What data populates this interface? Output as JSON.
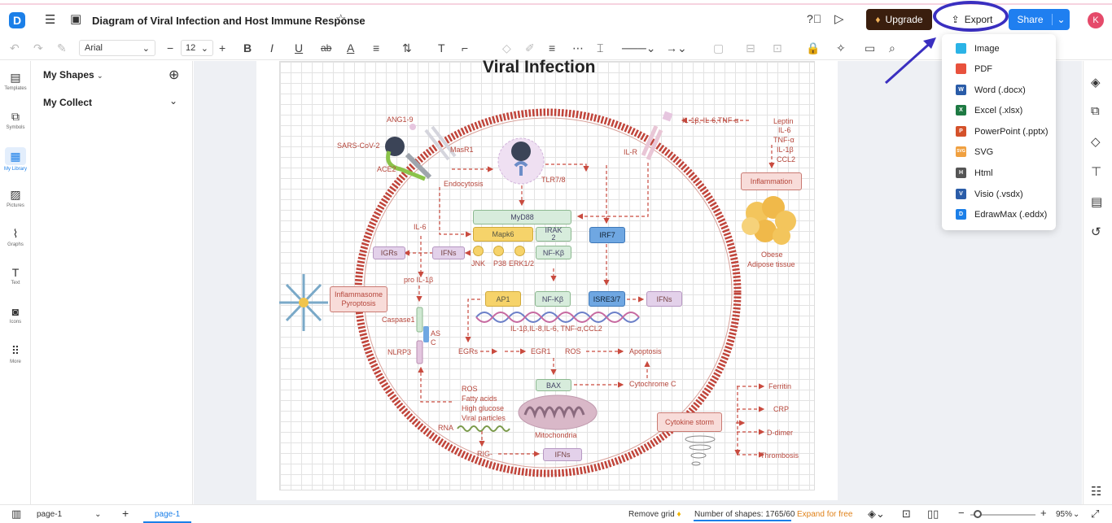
{
  "header": {
    "title": "Diagram of Viral Infection and Host Immune Response",
    "upgrade_label": "Upgrade",
    "export_label": "Export",
    "share_label": "Share",
    "avatar_initial": "K"
  },
  "toolbar": {
    "font": "Arial",
    "font_size": "12"
  },
  "left_rail": [
    {
      "label": "Templates",
      "icon": "templates-icon"
    },
    {
      "label": "Symbols",
      "icon": "symbols-icon"
    },
    {
      "label": "My Library",
      "icon": "library-icon"
    },
    {
      "label": "Pictures",
      "icon": "pictures-icon"
    },
    {
      "label": "Graphs",
      "icon": "graphs-icon"
    },
    {
      "label": "Text",
      "icon": "text-icon"
    },
    {
      "label": "Icons",
      "icon": "icons-icon"
    },
    {
      "label": "More",
      "icon": "more-icon"
    }
  ],
  "library": {
    "my_shapes": "My Shapes",
    "my_collect": "My Collect"
  },
  "export_menu": [
    {
      "label": "Image",
      "color": "#2bb3e6",
      "badge": ""
    },
    {
      "label": "PDF",
      "color": "#e8513d",
      "badge": ""
    },
    {
      "label": "Word (.docx)",
      "color": "#2a5ca8",
      "badge": "W"
    },
    {
      "label": "Excel (.xlsx)",
      "color": "#1e7a43",
      "badge": "X"
    },
    {
      "label": "PowerPoint (.pptx)",
      "color": "#d4512a",
      "badge": "P"
    },
    {
      "label": "SVG",
      "color": "#f0a040",
      "badge": "SVG"
    },
    {
      "label": "Html",
      "color": "#555555",
      "badge": "H"
    },
    {
      "label": "Visio (.vsdx)",
      "color": "#2a5ca8",
      "badge": "V"
    },
    {
      "label": "EdrawMax (.eddx)",
      "color": "#1b7fe8",
      "badge": "D"
    }
  ],
  "diagram": {
    "title": "Viral Infection",
    "labels": {
      "ang": "ANG1-9",
      "sars": "SARS-CoV-2",
      "ace2": "ACE2",
      "masr1": "MasR1",
      "endocytosis": "Endocytosis",
      "tlr": "TLR7/8",
      "ilr": "IL-R",
      "cytokines_top": "IL-1β, IL-6,TNF-α",
      "leptin": "Leptin",
      "il6": "IL-6",
      "tnfa": "TNF-α",
      "il1b": "IL-1β",
      "ccl2": "CCL2",
      "inflammation": "Inflammation",
      "obese": "Obese",
      "adipose": "Adipose tissue",
      "myd88": "MyD88",
      "mapk6": "Mapk6",
      "irak": "IRAK",
      "irak2": "2",
      "irf7": "IRF7",
      "il6_left": "IL-6",
      "igrs": "IGRs",
      "ifns1": "IFNs",
      "jnk": "JNK",
      "p38": "P38",
      "erk": "ERK1/2",
      "nfkb1": "NF-Kβ",
      "pro_il1b": "pro IL-1β",
      "inflammasome": "Inflammasome",
      "pyroptosis": "Pyroptosis",
      "ap1": "AP1",
      "nfkb2": "NF-Kβ",
      "isre": "ISRE3/7",
      "ifns2": "IFNs",
      "caspase": "Caspase1",
      "asc_as": "AS",
      "asc_c": "C",
      "nlrp3": "NLRP3",
      "dna_caption": "IL-1β,IL-8,IL-6, TNF-α,CCL2",
      "egrs": "EGRs",
      "egr1": "EGR1",
      "ros1": "ROS",
      "apoptosis": "Apoptosis",
      "bax": "BAX",
      "cytochrome": "Cytochrome C",
      "ros2": "ROS",
      "fatty": "Fatty acids",
      "glucose": "High glucose",
      "viral": "Viral particles",
      "rna": "RNA",
      "rig": "RIG-",
      "ifns3": "IFNs",
      "mito": "Mitochondria",
      "storm": "Cytokine storm",
      "ferritin": "Ferritin",
      "crp": "CRP",
      "ddimer": "D-dimer",
      "thrombosis": "Thrombosis"
    }
  },
  "status": {
    "page_select": "page-1",
    "page_tab": "page-1",
    "remove_grid": "Remove grid",
    "shapes": "Number of shapes: 1765/60",
    "expand": "Expand for free",
    "zoom": "95%"
  }
}
